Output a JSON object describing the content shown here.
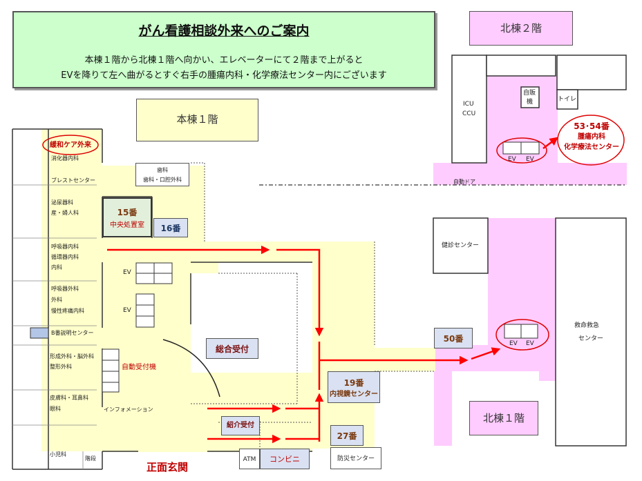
{
  "header": {
    "title": "がん看護相談外来へのご案内",
    "line1": "本棟１階から北棟１階へ向かい、エレベーターにて２階まで上がると",
    "line2": "EVを降りて左へ曲がるとすぐ右手の腫瘍内科・化学療法センター内にございます"
  },
  "floors": {
    "main1": "本棟１階",
    "north2": "北棟２階",
    "north1": "北棟１階"
  },
  "main_labels": {
    "palliative": "緩和ケア外来",
    "gastro": "消化器内科",
    "breast": "ブレストセンター",
    "uro": "泌尿器科",
    "obgyn": "産・婦人科",
    "resp_med": "呼吸器内科",
    "cardio": "循環器内科",
    "internal": "内科",
    "resp_surg": "呼吸器外科",
    "surgery": "外科",
    "chronic_pain": "慢性疼痛内科",
    "explain": "B番説明センター",
    "plastic_neuro": "形成外科・脳外科",
    "ortho": "整形外科",
    "derm_ent": "皮膚科・耳鼻科",
    "eye": "眼科",
    "peds": "小児科",
    "stairs": "階段",
    "info": "インフォメーション",
    "dental1": "歯科",
    "dental2": "歯科・口腔外科",
    "ev1": "EV",
    "ev2": "EV",
    "auto_reception": "自動受付機",
    "general_reception": "総合受付",
    "referral_reception": "紹介受付",
    "atm": "ATM",
    "conbini": "コンビニ",
    "bousai": "防災センター",
    "entrance": "正面玄関"
  },
  "numbers": {
    "n15": "15番",
    "n15_sub": "中央処置室",
    "n16": "16番",
    "n19": "19番",
    "n19_sub": "内視鏡センター",
    "n27": "27番",
    "n50": "50番"
  },
  "north_labels": {
    "icu": "ICU",
    "ccu": "CCU",
    "vending1": "自販",
    "vending2": "機",
    "toilet": "トイレ",
    "ev_a": "EV",
    "ev_b": "EV",
    "dest_num": "53･54番",
    "dest_1": "腫瘍内科",
    "dest_2": "化学療法センター",
    "auto_door": "自動ドア",
    "kenshin": "健診センター",
    "ev_c": "EV",
    "ev_d": "EV",
    "emergency1": "救命救急",
    "emergency2": "センター"
  },
  "colors": {
    "header_bg": "#ccffcc",
    "main_floor": "#ffffcc",
    "north_floor": "#ffccff",
    "route": "#ff0000",
    "number_text": "#7a3a10",
    "number_box": "#d9e1f2"
  }
}
